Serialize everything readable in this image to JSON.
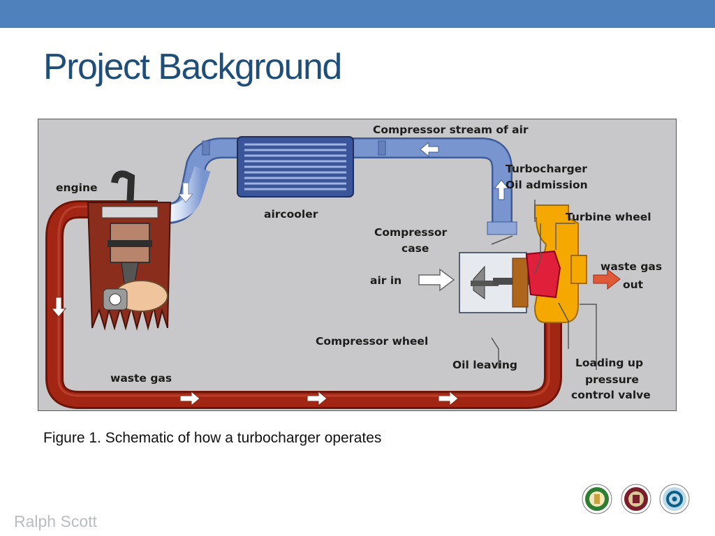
{
  "slide": {
    "title": "Project Background",
    "caption": "Figure 1. Schematic of how a turbocharger operates",
    "author": "Ralph Scott"
  },
  "diagram": {
    "labels": {
      "compressor_stream": "Compressor stream of air",
      "turbo_oil_1": "Turbocharger",
      "turbo_oil_2": "Oil admission",
      "engine": "engine",
      "aircooler": "aircooler",
      "turbine_wheel": "Turbine wheel",
      "compressor_case_1": "Compressor",
      "compressor_case_2": "case",
      "waste_gas_out_1": "waste gas",
      "waste_gas_out_2": "out",
      "air_in": "air in",
      "compressor_wheel": "Compressor wheel",
      "oil_leaving": "Oil leaving",
      "loading_1": "Loading up",
      "loading_2": "pressure",
      "loading_3": "control valve",
      "waste_gas": "waste gas"
    },
    "colors": {
      "background": "#c8c8ca",
      "air_duct": "#7895d0",
      "exhaust_pipe": "#a22613",
      "turbine_housing": "#f4a800",
      "turbine_wheel": "#e0203a"
    }
  },
  "logos": [
    "university-seal-icon",
    "college-seal-icon",
    "engineering-logo-icon"
  ]
}
